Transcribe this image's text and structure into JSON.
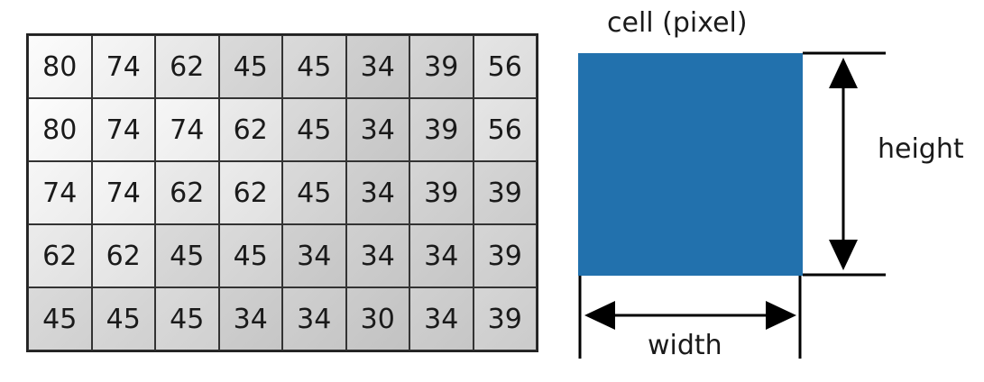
{
  "grid": {
    "rows": [
      [
        80,
        74,
        62,
        45,
        45,
        34,
        39,
        56
      ],
      [
        80,
        74,
        74,
        62,
        45,
        34,
        39,
        56
      ],
      [
        74,
        74,
        62,
        62,
        45,
        34,
        39,
        39
      ],
      [
        62,
        62,
        45,
        45,
        34,
        34,
        34,
        39
      ],
      [
        45,
        45,
        45,
        34,
        34,
        30,
        34,
        39
      ]
    ]
  },
  "diagram": {
    "cell_label": "cell (pixel)",
    "height_label": "height",
    "width_label": "width",
    "cell_color": "#2271ad"
  }
}
